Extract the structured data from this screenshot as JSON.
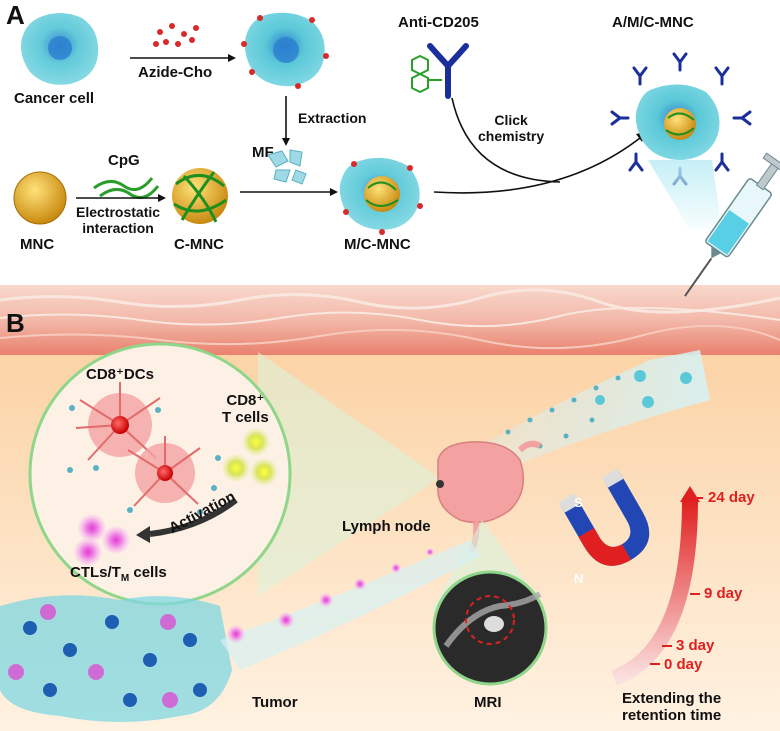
{
  "panel_a": {
    "letter": "A",
    "labels": {
      "cancer_cell": "Cancer cell",
      "azide_cho": "Azide-Cho",
      "extraction": "Extraction",
      "mf": "MF",
      "cpg": "CpG",
      "mnc": "MNC",
      "electrostatic_1": "Electrostatic",
      "electrostatic_2": "interaction",
      "c_mnc": "C-MNC",
      "m_c_mnc": "M/C-MNC",
      "anti_cd205": "Anti-CD205",
      "click_1": "Click",
      "click_2": "chemistry",
      "a_m_c_mnc": "A/M/C-MNC"
    }
  },
  "panel_b": {
    "letter": "B",
    "labels": {
      "cd8_dcs": "CD8⁺DCs",
      "cd8_t_1": "CD8⁺",
      "cd8_t_2": "T cells",
      "activation": "Activation",
      "ctls": "CTLs/T",
      "ctls_sub": "M",
      "ctls_tail": " cells",
      "lymph_node": "Lymph node",
      "tumor": "Tumor",
      "mri": "MRI",
      "extending_1": "Extending the",
      "extending_2": "retention time",
      "magnet_s": "S",
      "magnet_n": "N"
    },
    "retention_days": [
      "24 day",
      "9 day",
      "3 day",
      "0 day"
    ]
  },
  "colors": {
    "accent_red": "#e02020",
    "cell_teal": "#5bc8d8",
    "green_outline": "#8fd68a",
    "antibody_blue": "#1a2f9c"
  }
}
